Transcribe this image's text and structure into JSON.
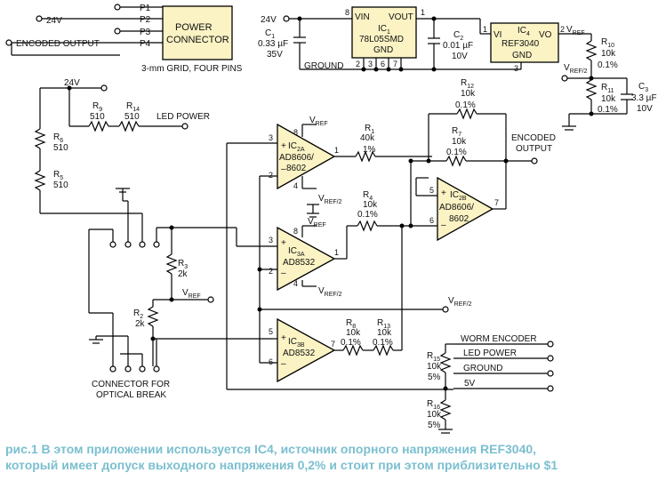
{
  "power_connector": {
    "title_line1": "POWER",
    "title_line2": "CONNECTOR",
    "pins": [
      "P1",
      "P2",
      "P3",
      "P4"
    ],
    "net_24v": "24V",
    "net_encoded": "ENCODED OUTPUT",
    "note": "3-mm GRID, FOUR PINS"
  },
  "regulator": {
    "ref": "IC",
    "ref_sub": "1",
    "part": "78L05SMD",
    "vin": "VIN",
    "vout": "VOUT",
    "gnd": "GND",
    "pin_in": "8",
    "pin_out": "1",
    "gnd_pins": [
      "2",
      "3",
      "6",
      "7"
    ],
    "input_net": "24V",
    "ground_label": "GROUND"
  },
  "reference": {
    "ref": "IC",
    "ref_sub": "4",
    "part": "REF3040",
    "vi": "VI",
    "vo": "VO",
    "gnd": "GND",
    "pin_vi": "1",
    "pin_vo": "2",
    "pin_gnd": "3"
  },
  "nets": {
    "vref": "V",
    "vref_sub": "REF",
    "vref2_sub": "REF/2",
    "encoded_line1": "ENCODED",
    "encoded_line2": "OUTPUT",
    "led_power": "LED POWER",
    "v24": "24V"
  },
  "components": {
    "c1": {
      "name": "C",
      "sub": "1",
      "value1": "0.33 µF",
      "value2": "35V"
    },
    "c2": {
      "name": "C",
      "sub": "2",
      "value1": "0.01 µF",
      "value2": "10V"
    },
    "c3": {
      "name": "C",
      "sub": "3",
      "value1": "3.3 µF",
      "value2": "10V"
    },
    "r1": {
      "name": "R",
      "sub": "1",
      "value1": "40k",
      "value2": "1%"
    },
    "r2": {
      "name": "R",
      "sub": "2",
      "value1": "2k"
    },
    "r3": {
      "name": "R",
      "sub": "3",
      "value1": "2k"
    },
    "r4": {
      "name": "R",
      "sub": "4",
      "value1": "10k",
      "value2": "0.1%"
    },
    "r5": {
      "name": "R",
      "sub": "5",
      "value1": "510"
    },
    "r6": {
      "name": "R",
      "sub": "6",
      "value1": "510"
    },
    "r7": {
      "name": "R",
      "sub": "7",
      "value1": "10k",
      "value2": "0.1%"
    },
    "r8": {
      "name": "R",
      "sub": "8",
      "value1": "10k",
      "value2": "0.1%"
    },
    "r9": {
      "name": "R",
      "sub": "9",
      "value1": "510"
    },
    "r10": {
      "name": "R",
      "sub": "10",
      "value1": "10k",
      "value2": "0.1%"
    },
    "r11": {
      "name": "R",
      "sub": "11",
      "value1": "10k",
      "value2": "0.1%"
    },
    "r12": {
      "name": "R",
      "sub": "12",
      "value1": "10k",
      "value2": "0.1%"
    },
    "r13": {
      "name": "R",
      "sub": "13",
      "value1": "10k",
      "value2": "0.1%"
    },
    "r14": {
      "name": "R",
      "sub": "14",
      "value1": "510"
    },
    "r15": {
      "name": "R",
      "sub": "15",
      "value1": "10k",
      "value2": "5%"
    },
    "r16": {
      "name": "R",
      "sub": "16",
      "value1": "10k",
      "value2": "5%"
    }
  },
  "opamps": {
    "ic2a": {
      "ref": "IC",
      "sub": "2A",
      "part1": "AD8606/",
      "part2": "8602",
      "pins": {
        "in_p": "3",
        "in_n": "2",
        "out": "1",
        "vp": "8",
        "vn": "4"
      }
    },
    "ic2b": {
      "ref": "IC",
      "sub": "2B",
      "part1": "AD8606/",
      "part2": "8602",
      "pins": {
        "in_p": "5",
        "in_n": "6",
        "out": "7"
      }
    },
    "ic3a": {
      "ref": "IC",
      "sub": "3A",
      "part1": "AD8532",
      "pins": {
        "in_p": "3",
        "in_n": "2",
        "out": "1",
        "vp": "8",
        "vn": "4"
      }
    },
    "ic3b": {
      "ref": "IC",
      "sub": "3B",
      "part1": "AD8532",
      "pins": {
        "in_p": "5",
        "in_n": "6",
        "out": "7"
      }
    }
  },
  "optical_connector": {
    "label_line1": "CONNECTOR FOR",
    "label_line2": "OPTICAL BREAK"
  },
  "output_connector": {
    "pins": [
      "WORM ENCODER",
      "LED POWER",
      "GROUND",
      "5V"
    ]
  },
  "caption": {
    "line1": "рис.1 В этом приложении используется IC4, источник опорного напряжения REF3040,",
    "line2": "который имеет допуск выходного напряжения 0,2% и стоит при этом приблизительно $1"
  }
}
